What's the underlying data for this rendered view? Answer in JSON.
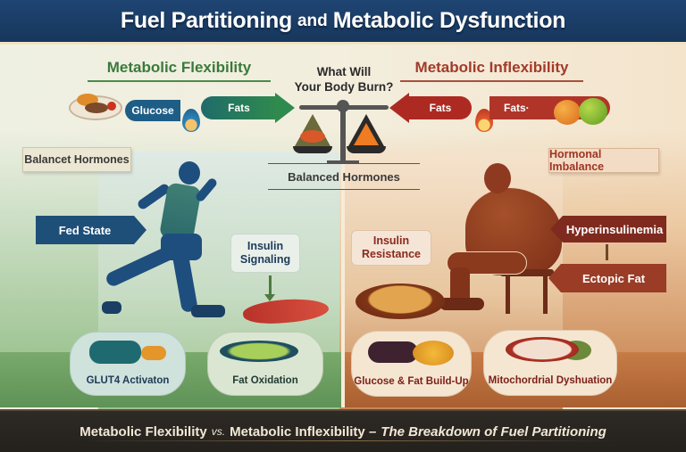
{
  "header": {
    "title_part1": "Fuel Partitioning",
    "title_conj": "and",
    "title_part2": "Metabolic Dysfunction",
    "bg_color": "#1f4573"
  },
  "center": {
    "question_line1": "What Will",
    "question_line2": "Your Body Burn?",
    "balance_label": "Balanced Hormones",
    "scale_icon": "balance-scale-icon"
  },
  "left": {
    "title": "Metabolic Flexibility",
    "title_color": "#3a7a3b",
    "ribbons": [
      {
        "label": "Glucose",
        "color": "#1e5d86"
      },
      {
        "label": "Fats",
        "color": "#2f8a4d"
      }
    ],
    "tag": "Balancet Hormones",
    "fed_state": "Fed State",
    "insulin_bubble_line1": "Insulin",
    "insulin_bubble_line2": "Signaling",
    "cards": [
      {
        "label": "GLUT4 Activaton",
        "icon": "glut4-transporter-icon"
      },
      {
        "label": "Fat Oxidation",
        "icon": "mitochondria-icon"
      }
    ],
    "figure": "runner-figure"
  },
  "right": {
    "title": "Metabolic Inflexibility",
    "title_color": "#a33a2a",
    "ribbons": [
      {
        "label": "Fats",
        "color": "#ad2a22"
      },
      {
        "label": "Fats·",
        "color": "#b03528"
      }
    ],
    "tag": "Hormonal Imbalance",
    "hyperinsulinemia": "Hyperinsulinemia",
    "ectopic_fat": "Ectopic Fat",
    "insulin_bubble_line1": "Insulin",
    "insulin_bubble_line2": "Resistance",
    "cards": [
      {
        "label": "Glucose & Fat Build-Up",
        "icon": "fat-accumulation-icon"
      },
      {
        "label": "Mitochordrial Dyshuation",
        "icon": "damaged-mitochondria-icon"
      }
    ],
    "figure": "seated-obese-figure"
  },
  "footer": {
    "part1": "Metabolic Flexibility",
    "vs": "vs.",
    "part2": "Metabolic Inflexibility –",
    "subtitle": "The Breakdown of Fuel Partitioning"
  }
}
